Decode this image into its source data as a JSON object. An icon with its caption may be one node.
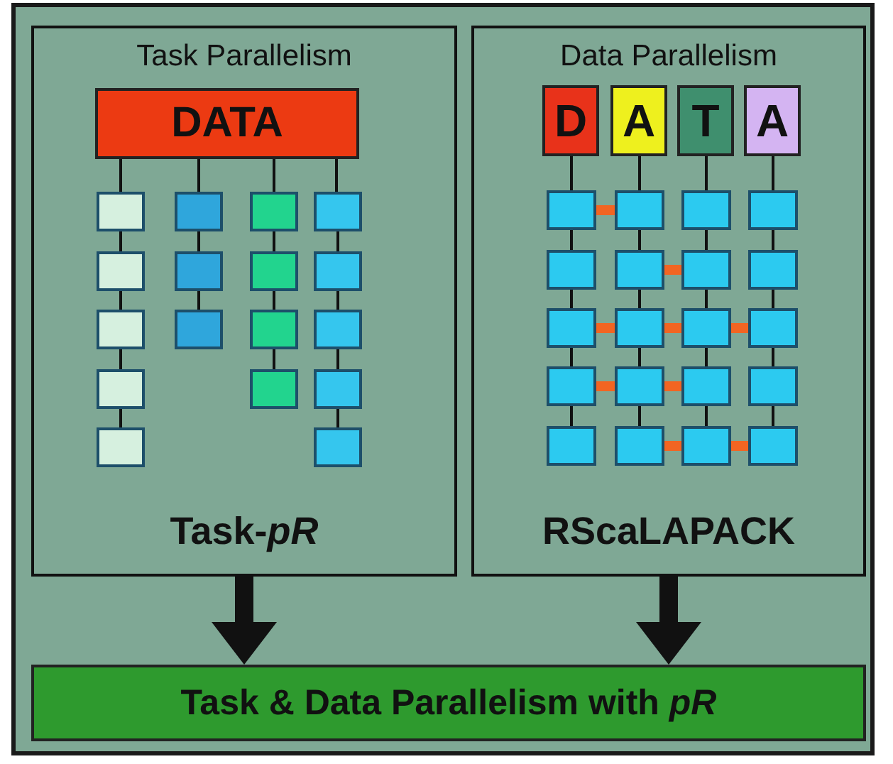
{
  "diagram": {
    "nodes": [
      {
        "text": [
          "Task Parallelism",
          "Task-*pR*"
        ]
      },
      {
        "text": [
          "DATA"
        ],
        "in": 0
      },
      {
        "text": [],
        "shape": "box",
        "in": 0
      },
      {
        "text": [],
        "shape": "box",
        "in": 0
      },
      {
        "text": [],
        "shape": "box",
        "in": 0
      },
      {
        "text": [],
        "shape": "box",
        "in": 0
      },
      {
        "text": [],
        "shape": "box",
        "in": 0
      },
      {
        "text": [],
        "shape": "box",
        "in": 0
      },
      {
        "text": [],
        "shape": "box",
        "in": 0
      },
      {
        "text": [],
        "shape": "box",
        "in": 0
      },
      {
        "text": [],
        "shape": "box",
        "in": 0
      },
      {
        "text": [],
        "shape": "box",
        "in": 0
      },
      {
        "text": [],
        "shape": "box",
        "in": 0
      },
      {
        "text": [],
        "shape": "box",
        "in": 0
      },
      {
        "text": [],
        "shape": "box",
        "in": 0
      },
      {
        "text": [],
        "shape": "box",
        "in": 0
      },
      {
        "text": [],
        "shape": "box",
        "in": 0
      },
      {
        "text": [],
        "shape": "box",
        "in": 0
      },
      {
        "text": [],
        "shape": "box",
        "in": 0
      },
      {
        "text": [
          "Data Parallelism",
          "RScaLAPACK"
        ]
      },
      {
        "text": [
          "D"
        ],
        "in": 19
      },
      {
        "text": [
          "A"
        ],
        "in": 19
      },
      {
        "text": [
          "T"
        ],
        "in": 19
      },
      {
        "text": [
          "A"
        ],
        "in": 19
      },
      {
        "text": [],
        "shape": "box",
        "in": 19
      },
      {
        "text": [],
        "shape": "box",
        "in": 19
      },
      {
        "text": [],
        "shape": "box",
        "in": 19
      },
      {
        "text": [],
        "shape": "box",
        "in": 19
      },
      {
        "text": [],
        "shape": "box",
        "in": 19
      },
      {
        "text": [],
        "shape": "box",
        "in": 19
      },
      {
        "text": [],
        "shape": "box",
        "in": 19
      },
      {
        "text": [],
        "shape": "box",
        "in": 19
      },
      {
        "text": [],
        "shape": "box",
        "in": 19
      },
      {
        "text": [],
        "shape": "box",
        "in": 19
      },
      {
        "text": [],
        "shape": "box",
        "in": 19
      },
      {
        "text": [],
        "shape": "box",
        "in": 19
      },
      {
        "text": [],
        "shape": "box",
        "in": 19
      },
      {
        "text": [],
        "shape": "box",
        "in": 19
      },
      {
        "text": [],
        "shape": "box",
        "in": 19
      },
      {
        "text": [],
        "shape": "box",
        "in": 19
      },
      {
        "text": [],
        "shape": "box",
        "in": 19
      },
      {
        "text": [],
        "shape": "box",
        "in": 19
      },
      {
        "text": [],
        "shape": "box",
        "in": 19
      },
      {
        "text": [],
        "shape": "box",
        "in": 19
      },
      {
        "text": [
          "Task & Data Parallelism with *pR*"
        ]
      }
    ],
    "edges": [
      {
        "from": 1,
        "to": 2,
        "arrow": "none"
      },
      {
        "from": 1,
        "to": 3,
        "arrow": "none"
      },
      {
        "from": 1,
        "to": 4,
        "arrow": "none"
      },
      {
        "from": 1,
        "to": 5,
        "arrow": "none"
      },
      {
        "from": 2,
        "to": 6,
        "arrow": "none"
      },
      {
        "from": 6,
        "to": 10,
        "arrow": "none"
      },
      {
        "from": 10,
        "to": 14,
        "arrow": "none"
      },
      {
        "from": 14,
        "to": 17,
        "arrow": "none"
      },
      {
        "from": 3,
        "to": 7,
        "arrow": "none"
      },
      {
        "from": 7,
        "to": 11,
        "arrow": "none"
      },
      {
        "from": 4,
        "to": 8,
        "arrow": "none"
      },
      {
        "from": 8,
        "to": 12,
        "arrow": "none"
      },
      {
        "from": 12,
        "to": 15,
        "arrow": "none"
      },
      {
        "from": 5,
        "to": 9,
        "arrow": "none"
      },
      {
        "from": 9,
        "to": 13,
        "arrow": "none"
      },
      {
        "from": 13,
        "to": 16,
        "arrow": "none"
      },
      {
        "from": 16,
        "to": 18,
        "arrow": "none"
      },
      {
        "from": 20,
        "to": 24,
        "arrow": "none"
      },
      {
        "from": 21,
        "to": 25,
        "arrow": "none"
      },
      {
        "from": 22,
        "to": 26,
        "arrow": "none"
      },
      {
        "from": 23,
        "to": 27,
        "arrow": "none"
      },
      {
        "from": 24,
        "to": 28,
        "arrow": "none"
      },
      {
        "from": 28,
        "to": 32,
        "arrow": "none"
      },
      {
        "from": 32,
        "to": 36,
        "arrow": "none"
      },
      {
        "from": 36,
        "to": 40,
        "arrow": "none"
      },
      {
        "from": 25,
        "to": 29,
        "arrow": "none"
      },
      {
        "from": 29,
        "to": 33,
        "arrow": "none"
      },
      {
        "from": 33,
        "to": 37,
        "arrow": "none"
      },
      {
        "from": 37,
        "to": 41,
        "arrow": "none"
      },
      {
        "from": 26,
        "to": 30,
        "arrow": "none"
      },
      {
        "from": 30,
        "to": 34,
        "arrow": "none"
      },
      {
        "from": 34,
        "to": 38,
        "arrow": "none"
      },
      {
        "from": 38,
        "to": 42,
        "arrow": "none"
      },
      {
        "from": 27,
        "to": 31,
        "arrow": "none"
      },
      {
        "from": 31,
        "to": 35,
        "arrow": "none"
      },
      {
        "from": 35,
        "to": 39,
        "arrow": "none"
      },
      {
        "from": 39,
        "to": 43,
        "arrow": "none"
      },
      {
        "from": 24,
        "to": 25,
        "arrow": "none",
        "style": "thick",
        "color": "#f26522"
      },
      {
        "from": 29,
        "to": 30,
        "arrow": "none",
        "style": "thick",
        "color": "#f26522"
      },
      {
        "from": 32,
        "to": 33,
        "arrow": "none",
        "style": "thick",
        "color": "#f26522"
      },
      {
        "from": 33,
        "to": 34,
        "arrow": "none",
        "style": "thick",
        "color": "#f26522"
      },
      {
        "from": 34,
        "to": 35,
        "arrow": "none",
        "style": "thick",
        "color": "#f26522"
      },
      {
        "from": 36,
        "to": 37,
        "arrow": "none",
        "style": "thick",
        "color": "#f26522"
      },
      {
        "from": 37,
        "to": 38,
        "arrow": "none",
        "style": "thick",
        "color": "#f26522"
      },
      {
        "from": 41,
        "to": 42,
        "arrow": "none",
        "style": "thick",
        "color": "#f26522"
      },
      {
        "from": 42,
        "to": 43,
        "arrow": "none",
        "style": "thick",
        "color": "#f26522"
      },
      {
        "from": 0,
        "to": 44,
        "arrow": "to",
        "style": "thick"
      },
      {
        "from": 19,
        "to": 44,
        "arrow": "to",
        "style": "thick"
      }
    ]
  }
}
